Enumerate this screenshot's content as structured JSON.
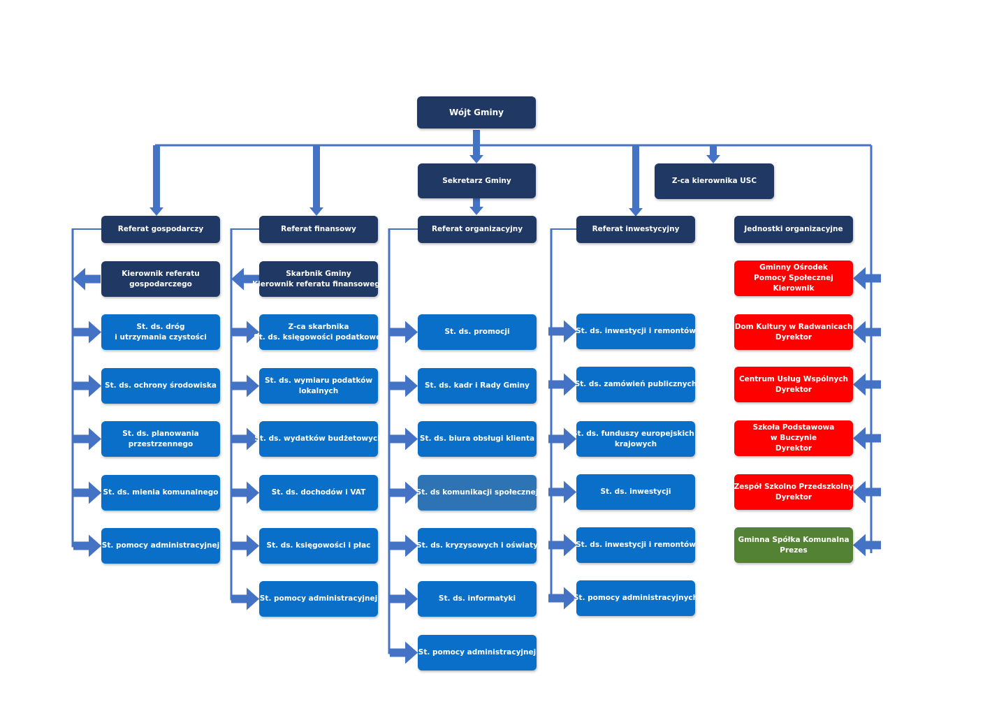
{
  "colors": {
    "line": "#4472c4",
    "navy": "#1f3864",
    "blue": "#0a6fc8",
    "steel": "#2e74b5",
    "red": "#ff0000",
    "green": "#548235"
  },
  "top": {
    "label": [
      "Wójt Gminy"
    ]
  },
  "sekretarz": {
    "label": [
      "Sekretarz Gminy"
    ]
  },
  "usc": {
    "label": [
      "Z-ca kierownika USC"
    ]
  },
  "columns": [
    {
      "header": [
        "Referat gospodarczy"
      ],
      "items": [
        {
          "label": [
            "Kierownik referatu",
            "gospodarczego"
          ],
          "color": "navy"
        },
        {
          "label": [
            "St. ds. dróg",
            "i utrzymania czystości"
          ],
          "color": "blue"
        },
        {
          "label": [
            "St. ds. ochrony środowiska"
          ],
          "color": "blue"
        },
        {
          "label": [
            "St. ds. planowania",
            "przestrzennego"
          ],
          "color": "blue"
        },
        {
          "label": [
            "St. ds. mienia komunalnego"
          ],
          "color": "blue"
        },
        {
          "label": [
            "St. pomocy administracyjnej"
          ],
          "color": "blue"
        }
      ]
    },
    {
      "header": [
        "Referat finansowy"
      ],
      "items": [
        {
          "label": [
            "Skarbnik Gminy",
            "Kierownik referatu finansowego"
          ],
          "color": "navy"
        },
        {
          "label": [
            "Z-ca skarbnika",
            "St. ds. księgowości podatkowej"
          ],
          "color": "blue"
        },
        {
          "label": [
            "St. ds. wymiaru podatków",
            "lokalnych"
          ],
          "color": "blue"
        },
        {
          "label": [
            "St. ds. wydatków budżetowych"
          ],
          "color": "blue"
        },
        {
          "label": [
            "St. ds. dochodów i VAT"
          ],
          "color": "blue"
        },
        {
          "label": [
            "St. ds. księgowości i płac"
          ],
          "color": "blue"
        },
        {
          "label": [
            "St. pomocy administracyjnej"
          ],
          "color": "blue"
        }
      ]
    },
    {
      "header": [
        "Referat organizacyjny"
      ],
      "items": [
        {
          "label": [
            "St. ds. promocji"
          ],
          "color": "blue"
        },
        {
          "label": [
            "St. ds. kadr i Rady Gminy"
          ],
          "color": "blue"
        },
        {
          "label": [
            "St. ds. biura obsługi klienta"
          ],
          "color": "blue"
        },
        {
          "label": [
            "St. ds komunikacji społecznej"
          ],
          "color": "steel"
        },
        {
          "label": [
            "St. ds. kryzysowych i oświaty"
          ],
          "color": "blue"
        },
        {
          "label": [
            "St. ds. informatyki"
          ],
          "color": "blue"
        },
        {
          "label": [
            "St. pomocy administracyjnej"
          ],
          "color": "blue"
        }
      ]
    },
    {
      "header": [
        "Referat inwestycyjny"
      ],
      "items": [
        {
          "label": [
            "St. ds. inwestycji i remontów"
          ],
          "color": "blue"
        },
        {
          "label": [
            "St. ds. zamówień publicznych"
          ],
          "color": "blue"
        },
        {
          "label": [
            "St. ds. funduszy europejskich i",
            "krajowych"
          ],
          "color": "blue"
        },
        {
          "label": [
            "St. ds. inwestycji"
          ],
          "color": "blue"
        },
        {
          "label": [
            "St. ds. inwestycji i remontów"
          ],
          "color": "blue"
        },
        {
          "label": [
            "St. pomocy administracyjnych"
          ],
          "color": "blue"
        }
      ]
    },
    {
      "header": [
        "Jednostki organizacyjne"
      ],
      "items": [
        {
          "label": [
            "Gminny Ośrodek",
            "Pomocy Społecznej",
            "Kierownik"
          ],
          "color": "red"
        },
        {
          "label": [
            "Dom Kultury w Radwanicach",
            "Dyrektor"
          ],
          "color": "red"
        },
        {
          "label": [
            "Centrum Usług Wspólnych",
            "Dyrektor"
          ],
          "color": "red"
        },
        {
          "label": [
            "Szkoła Podstawowa",
            "w Buczynie",
            "Dyrektor"
          ],
          "color": "red"
        },
        {
          "label": [
            "Zespół Szkolno Przedszkolny",
            "Dyrektor"
          ],
          "color": "red"
        },
        {
          "label": [
            "Gminna Spółka Komunalna",
            "Prezes"
          ],
          "color": "green"
        }
      ]
    }
  ]
}
